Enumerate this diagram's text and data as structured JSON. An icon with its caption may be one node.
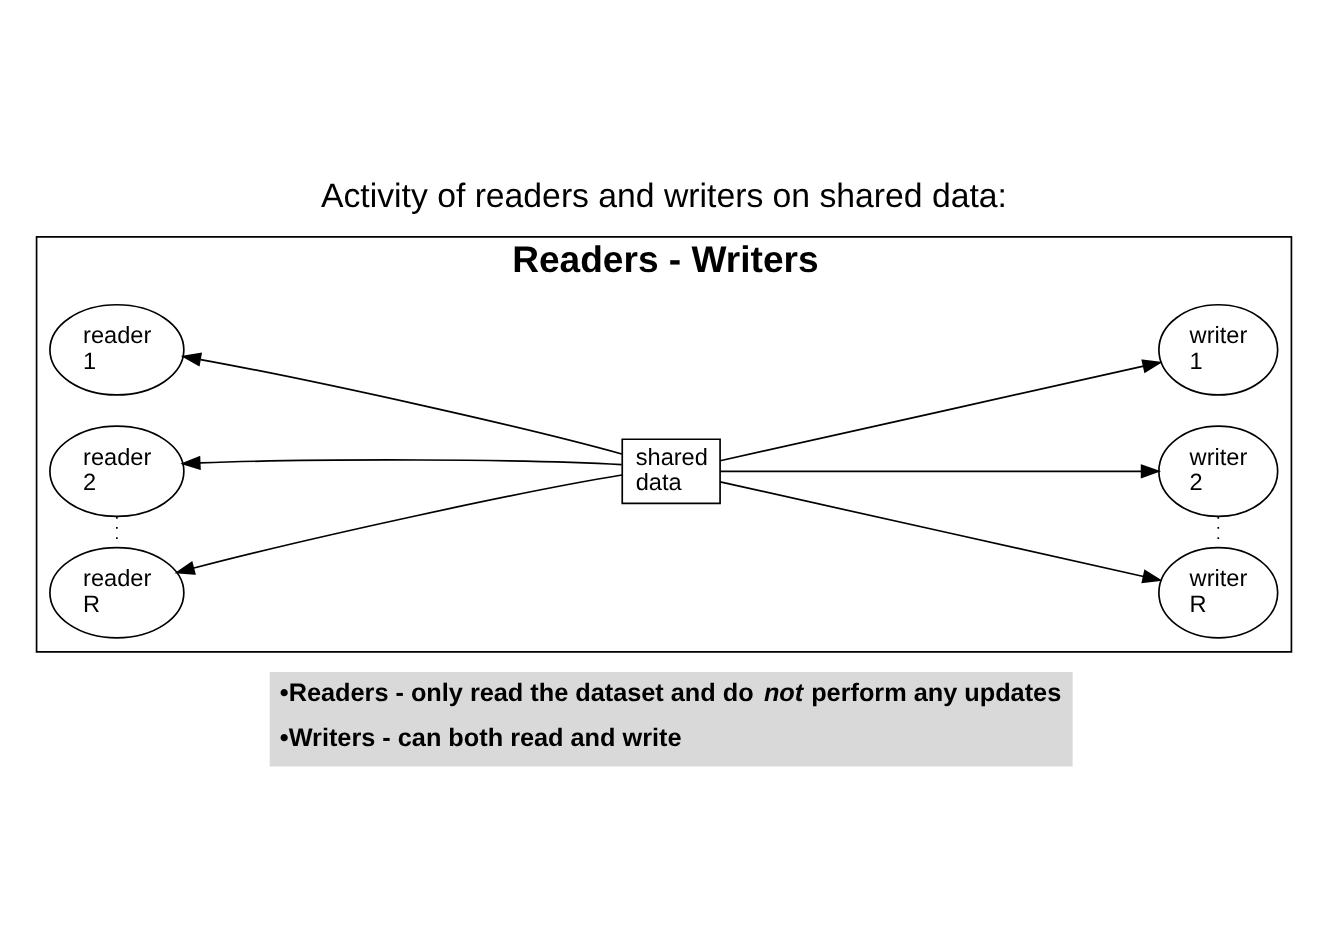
{
  "diagram": {
    "title": "Activity of readers and writers on shared data:",
    "nodes": [
      {
        "text": [
          "Readers - Writers"
        ]
      },
      {
        "text": [
          "reader 1"
        ],
        "in": 0
      },
      {
        "text": [
          "reader 2"
        ],
        "in": 0
      },
      {
        "text": [
          "reader R"
        ],
        "in": 0
      },
      {
        "text": [
          "shared data"
        ],
        "in": 0
      },
      {
        "text": [
          "writer 1"
        ],
        "in": 0
      },
      {
        "text": [
          "writer 2"
        ],
        "in": 0
      },
      {
        "text": [
          "writer R"
        ],
        "in": 0
      }
    ],
    "edges": [
      {
        "from": 4,
        "to": 1,
        "arrow": "to"
      },
      {
        "from": 4,
        "to": 2,
        "arrow": "to"
      },
      {
        "from": 4,
        "to": 3,
        "arrow": "to"
      },
      {
        "from": 4,
        "to": 5,
        "arrow": "to"
      },
      {
        "from": 4,
        "to": 6,
        "arrow": "to"
      },
      {
        "from": 4,
        "to": 7,
        "arrow": "to"
      },
      {
        "from": 2,
        "to": 3,
        "arrow": "none",
        "style": "dashed"
      },
      {
        "from": 6,
        "to": 7,
        "arrow": "none",
        "style": "dashed"
      }
    ],
    "labels": [
      "•Readers - only read the dataset and do *not* perform any updates",
      "•Writers - can both read and write"
    ]
  }
}
